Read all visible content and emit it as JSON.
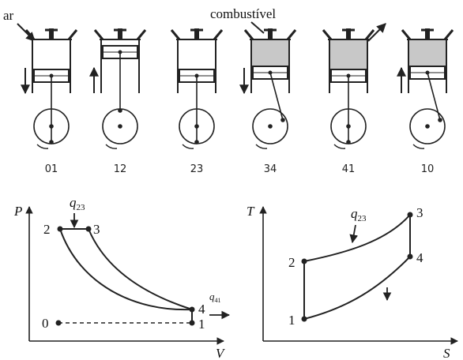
{
  "labels": {
    "air": "ar",
    "fuel": "combustível"
  },
  "strokes": [
    {
      "id": "01",
      "label": "01",
      "piston": "bottom",
      "fill": "#ffffff",
      "arrow": "down"
    },
    {
      "id": "12",
      "label": "12",
      "piston": "top",
      "fill": "#ffffff",
      "arrow": "up"
    },
    {
      "id": "23",
      "label": "23",
      "piston": "bottom",
      "fill": "#ffffff",
      "arrow": "none"
    },
    {
      "id": "34",
      "label": "34",
      "piston": "mid",
      "fill": "#c8c8c8",
      "arrow": "down"
    },
    {
      "id": "41",
      "label": "41",
      "piston": "bottom",
      "fill": "#c8c8c8",
      "arrow": "none"
    },
    {
      "id": "10",
      "label": "10",
      "piston": "mid",
      "fill": "#c8c8c8",
      "arrow": "up"
    }
  ],
  "pv": {
    "y_axis": "P",
    "x_axis": "V",
    "heat_in": {
      "base": "q",
      "sub": "23"
    },
    "heat_out": {
      "base": "q",
      "sub": "41"
    },
    "points": {
      "p0": "0",
      "p1": "1",
      "p2": "2",
      "p3": "3",
      "p4": "4"
    }
  },
  "ts": {
    "y_axis": "T",
    "x_axis": "S",
    "heat_in": {
      "base": "q",
      "sub": "23"
    },
    "points": {
      "p1": "1",
      "p2": "2",
      "p3": "3",
      "p4": "4"
    }
  },
  "colors": {
    "ink": "#222222",
    "charge": "#c8c8c8"
  }
}
